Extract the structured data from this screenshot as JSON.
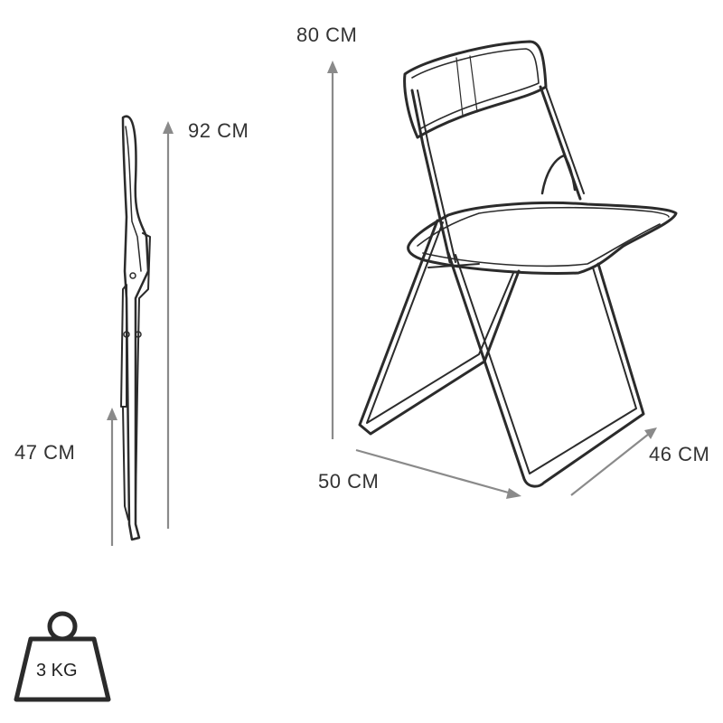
{
  "dimensions": {
    "folded_height": "92 CM",
    "folded_seat_height": "47 CM",
    "open_height": "80 CM",
    "open_width": "50 CM",
    "open_depth": "46 CM"
  },
  "weight": {
    "label": "3 KG",
    "icon": "weight-icon"
  },
  "colors": {
    "arrow": "#8a8a8a",
    "line": "#2b2b2b",
    "text": "#333333"
  }
}
